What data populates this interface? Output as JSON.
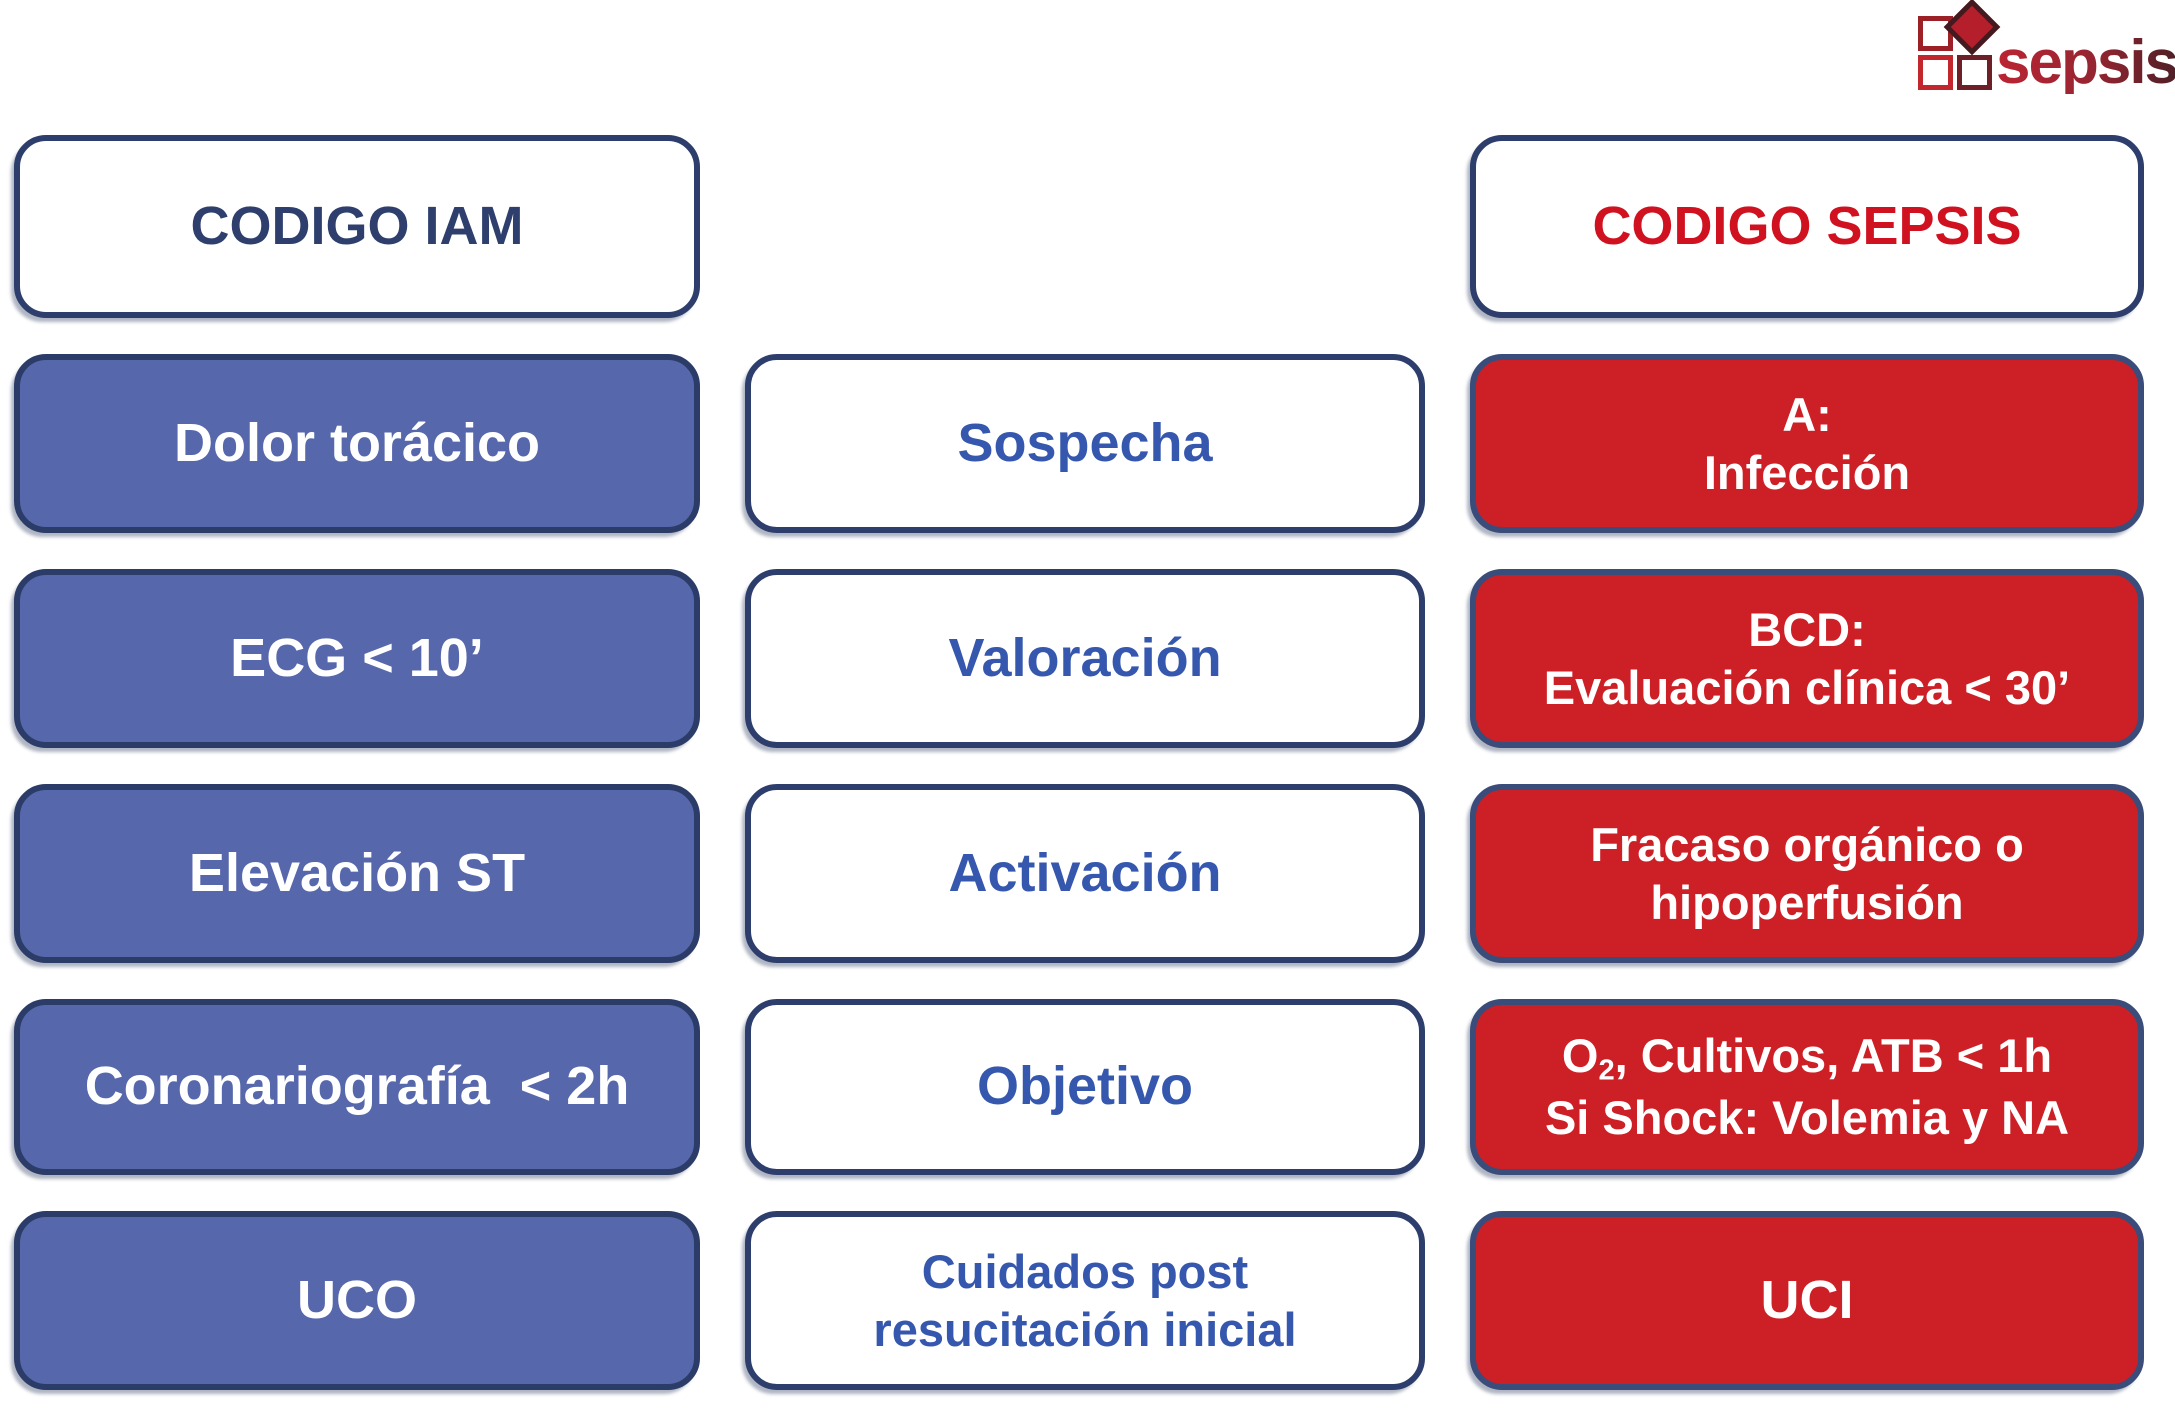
{
  "logo": {
    "text": "sepsis",
    "icon": "three-outlined-squares-with-red-diamond"
  },
  "headers": {
    "iam": "CODIGO IAM",
    "sepsis": "CODIGO SEPSIS"
  },
  "rows": [
    {
      "iam": "Dolor torácico",
      "phase": "Sospecha",
      "sepsis": "A:\nInfección"
    },
    {
      "iam": "ECG < 10’",
      "phase": "Valoración",
      "sepsis": "BCD:\nEvaluación clínica < 30’"
    },
    {
      "iam": "Elevación ST",
      "phase": "Activación",
      "sepsis": "Fracaso orgánico o\nhipoperfusión"
    },
    {
      "iam": "Coronariografía  < 2h",
      "phase": "Objetivo",
      "sepsis_prefix": "O",
      "sepsis_sub": "2",
      "sepsis_rest": ", Cultivos, ATB < 1h\nSi Shock: Volemia y NA"
    },
    {
      "iam": "UCO",
      "phase": "Cuidados post\nresucitación inicial",
      "sepsis": "UCI"
    }
  ],
  "colors": {
    "navy_border": "#2d3e6c",
    "blue_fill": "#5667ac",
    "red_fill": "#cd1f26",
    "red_box_border": "#3a4c7a",
    "iam_header_text": "#2e3f6e",
    "sepsis_header_text": "#d01120",
    "phase_text": "#3557ae",
    "box_text_white": "#ffffff",
    "logo_red": "#bc2433",
    "logo_dark_maroon": "#4f1f27",
    "background": "#ffffff"
  }
}
